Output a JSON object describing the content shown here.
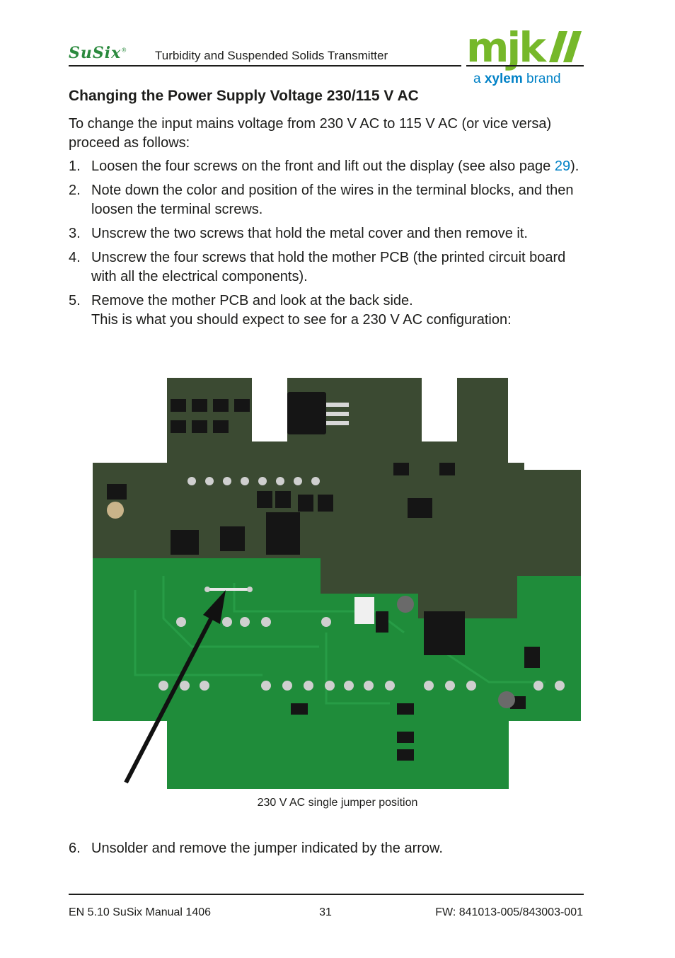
{
  "header": {
    "brand": "SuSix",
    "brand_mark": "®",
    "title": "Turbidity and Suspended Solids Transmitter",
    "logo_text": "mjk",
    "tagline_prefix": "a ",
    "tagline_brand": "xylem",
    "tagline_suffix": " brand"
  },
  "section": {
    "title": "Changing the Power Supply Voltage 230/115 V AC",
    "intro": "To change the input mains voltage from 230 V AC to 115 V AC (or vice versa) proceed as follows:"
  },
  "steps": [
    {
      "num": "1.",
      "text_before": "Loosen the four screws on the front and lift out the display (see also page ",
      "link": "29",
      "text_after": ")."
    },
    {
      "num": "2.",
      "text": "Note down the color and position of the wires in the terminal blocks, and then loosen the terminal screws."
    },
    {
      "num": "3.",
      "text": "Unscrew the two screws that hold the metal cover and then remove it."
    },
    {
      "num": "4.",
      "text": "Unscrew the four screws that hold the mother PCB (the printed circuit board with all the electrical components)."
    },
    {
      "num": "5.",
      "text": "Remove the mother PCB and look at the back side.",
      "text2": "This is what you should expect to see for a 230 V AC configuration:"
    }
  ],
  "figure": {
    "caption": "230 V AC single jumper position",
    "colors": {
      "board": "#1f8c3a",
      "dark_board": "#3b4a32",
      "arrow": "#111111"
    }
  },
  "step6": {
    "num": "6.",
    "text": "Unsolder and remove the jumper indicated by the arrow."
  },
  "footer": {
    "left": "EN 5.10 SuSix Manual 1406",
    "page": "31",
    "right": "FW: 841013-005/843003-001"
  }
}
